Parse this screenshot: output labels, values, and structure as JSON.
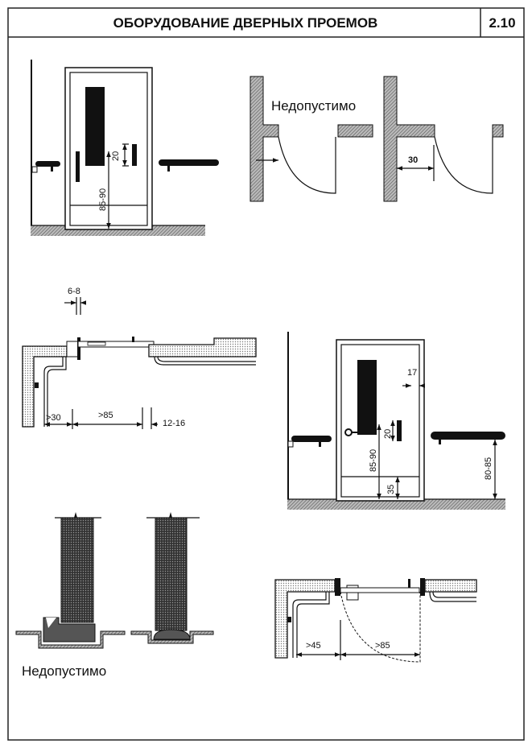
{
  "header": {
    "title": "ОБОРУДОВАНИЕ ДВЕРНЫХ ПРОЕМОВ",
    "page_number": "2.10"
  },
  "fig_door_front_1": {
    "dim_handle_height": "85-90",
    "dim_handle_length": "20"
  },
  "fig_door_swing": {
    "label_forbidden": "Недопустимо",
    "dim_clearance": "30"
  },
  "fig_plan_1": {
    "dim_frame": "6-8",
    "dim_side": ">30",
    "dim_width": ">85",
    "dim_gap": "12-16"
  },
  "fig_door_front_2": {
    "dim_edge": "17",
    "dim_handle_length": "20",
    "dim_handle_height": "85-90",
    "dim_kick": "35",
    "dim_rail_height": "80-85"
  },
  "fig_threshold": {
    "label_forbidden": "Недопустимо"
  },
  "fig_plan_2": {
    "dim_side": ">45",
    "dim_width": ">85"
  },
  "colors": {
    "ink": "#111111",
    "hatch": "#8a8a8a",
    "paper": "#ffffff"
  }
}
